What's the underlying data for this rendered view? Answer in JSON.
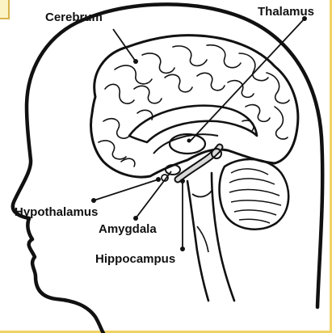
{
  "labels": {
    "cerebrum": "Cerebrum",
    "thalamus": "Thalamus",
    "hypothalamus": "Hypothalamus",
    "amygdala": "Amygdala",
    "hippocampus": "Hippocampus"
  },
  "colors": {
    "ink": "#111111",
    "background": "#ffffff",
    "frame": "#f1d262",
    "corner_fill": "#fbf3c4"
  }
}
